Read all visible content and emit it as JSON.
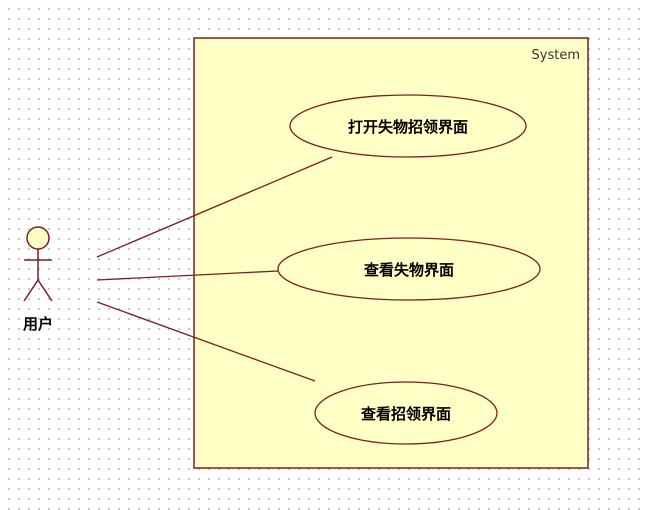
{
  "system": {
    "label": "System",
    "fill_color": "#ffffc6",
    "border_color": "#7a1f1f"
  },
  "actor": {
    "name": "用户",
    "icon": "stick-figure-actor-icon",
    "head_color": "#ffffc6"
  },
  "use_cases": [
    {
      "label": "打开失物招领界面"
    },
    {
      "label": "查看失物界面"
    },
    {
      "label": "查看招领界面"
    }
  ],
  "associations": [
    {
      "from": "用户",
      "to": "打开失物招领界面"
    },
    {
      "from": "用户",
      "to": "查看失物界面"
    },
    {
      "from": "用户",
      "to": "查看招领界面"
    }
  ]
}
